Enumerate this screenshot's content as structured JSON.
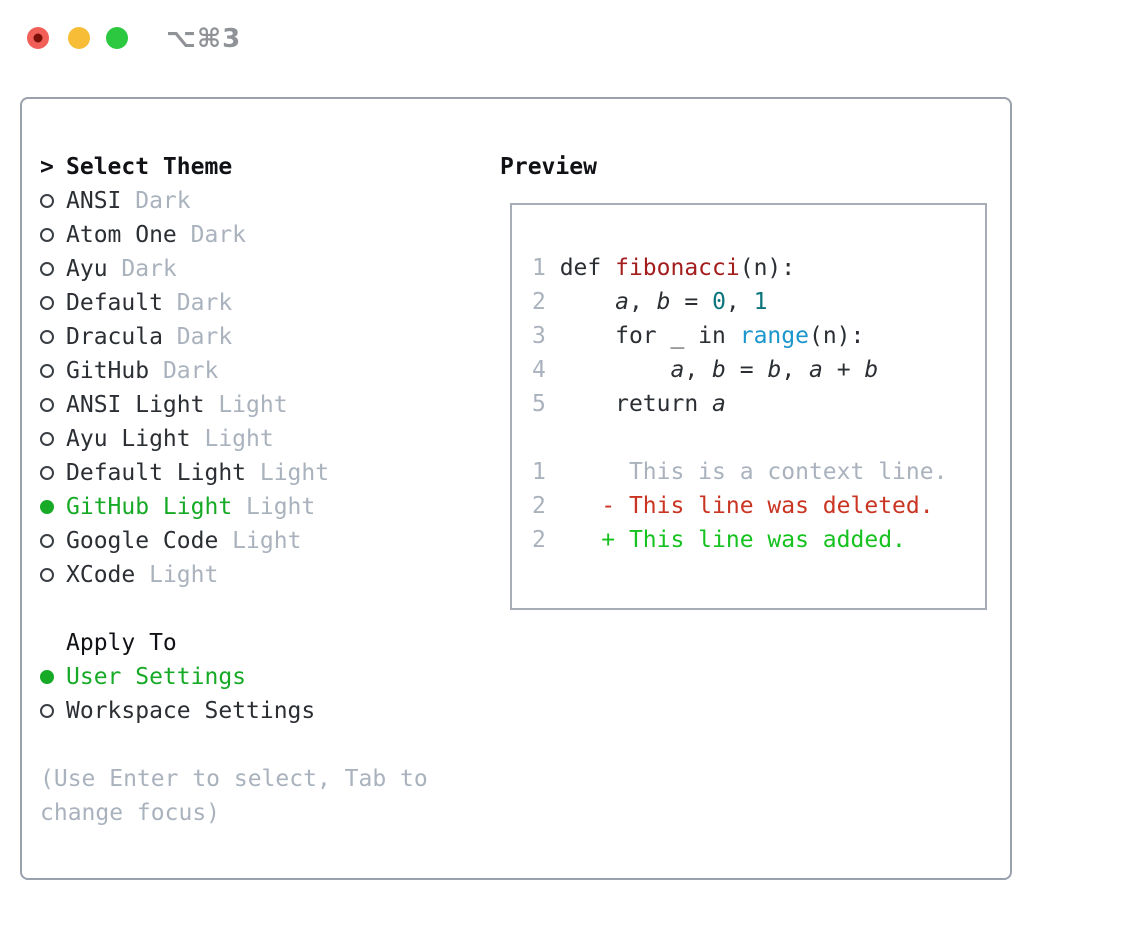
{
  "window": {
    "title": "⌥⌘3"
  },
  "colors": {
    "text_dark": "#2b2f34",
    "header_black": "#101215",
    "muted": "#a9b2bd",
    "accent_green": "#17aa27",
    "panel_border": "#99a1ad",
    "preview_border": "#a6adb7",
    "bullet_outline": "#3a4046",
    "traffic_red": "#f25f58",
    "traffic_red_dot": "#7a1108",
    "traffic_yellow": "#f8bd36",
    "traffic_green": "#2cc840",
    "title_gray": "#8f9297",
    "syntax_func_red": "#a31d1d",
    "syntax_number_teal": "#0b747c",
    "syntax_builtin_blue": "#1b96cc",
    "diff_deleted_red": "#c93522",
    "diff_added_green": "#16c21f"
  },
  "theme_picker": {
    "header_prefix": ">",
    "header": "Select Theme",
    "items": [
      {
        "name": "ANSI",
        "variant": "Dark",
        "selected": false
      },
      {
        "name": "Atom One",
        "variant": "Dark",
        "selected": false
      },
      {
        "name": "Ayu",
        "variant": "Dark",
        "selected": false
      },
      {
        "name": "Default",
        "variant": "Dark",
        "selected": false
      },
      {
        "name": "Dracula",
        "variant": "Dark",
        "selected": false
      },
      {
        "name": "GitHub",
        "variant": "Dark",
        "selected": false
      },
      {
        "name": "ANSI Light",
        "variant": "Light",
        "selected": false
      },
      {
        "name": "Ayu Light",
        "variant": "Light",
        "selected": false
      },
      {
        "name": "Default Light",
        "variant": "Light",
        "selected": false
      },
      {
        "name": "GitHub Light",
        "variant": "Light",
        "selected": true
      },
      {
        "name": "Google Code",
        "variant": "Light",
        "selected": false
      },
      {
        "name": "XCode",
        "variant": "Light",
        "selected": false
      }
    ]
  },
  "apply_to": {
    "header": "Apply To",
    "options": [
      {
        "label": "User Settings",
        "selected": true
      },
      {
        "label": "Workspace Settings",
        "selected": false
      }
    ]
  },
  "hint": "(Use Enter to select, Tab to change focus)",
  "preview": {
    "header": "Preview",
    "code_lines": [
      {
        "num": "1",
        "tokens": [
          {
            "t": "def ",
            "s": "plain"
          },
          {
            "t": "fibonacci",
            "s": "func"
          },
          {
            "t": "(n):",
            "s": "plain"
          }
        ]
      },
      {
        "num": "2",
        "tokens": [
          {
            "t": "    ",
            "s": "plain"
          },
          {
            "t": "a",
            "s": "var"
          },
          {
            "t": ", ",
            "s": "plain"
          },
          {
            "t": "b",
            "s": "var"
          },
          {
            "t": " = ",
            "s": "plain"
          },
          {
            "t": "0",
            "s": "num"
          },
          {
            "t": ", ",
            "s": "plain"
          },
          {
            "t": "1",
            "s": "num"
          }
        ]
      },
      {
        "num": "3",
        "tokens": [
          {
            "t": "    for _ in ",
            "s": "plain"
          },
          {
            "t": "range",
            "s": "builtin"
          },
          {
            "t": "(n):",
            "s": "plain"
          }
        ]
      },
      {
        "num": "4",
        "tokens": [
          {
            "t": "        ",
            "s": "plain"
          },
          {
            "t": "a",
            "s": "var"
          },
          {
            "t": ", ",
            "s": "plain"
          },
          {
            "t": "b",
            "s": "var"
          },
          {
            "t": " = ",
            "s": "plain"
          },
          {
            "t": "b",
            "s": "var"
          },
          {
            "t": ", ",
            "s": "plain"
          },
          {
            "t": "a",
            "s": "var"
          },
          {
            "t": " + ",
            "s": "plain"
          },
          {
            "t": "b",
            "s": "var"
          }
        ]
      },
      {
        "num": "5",
        "tokens": [
          {
            "t": "    return ",
            "s": "plain"
          },
          {
            "t": "a",
            "s": "var"
          }
        ]
      }
    ],
    "diff_lines": [
      {
        "num": "1",
        "text": "     This is a context line.",
        "type": "context"
      },
      {
        "num": "2",
        "text": "   - This line was deleted.",
        "type": "deleted"
      },
      {
        "num": "2",
        "text": "   + This line was added.",
        "type": "added"
      }
    ]
  }
}
